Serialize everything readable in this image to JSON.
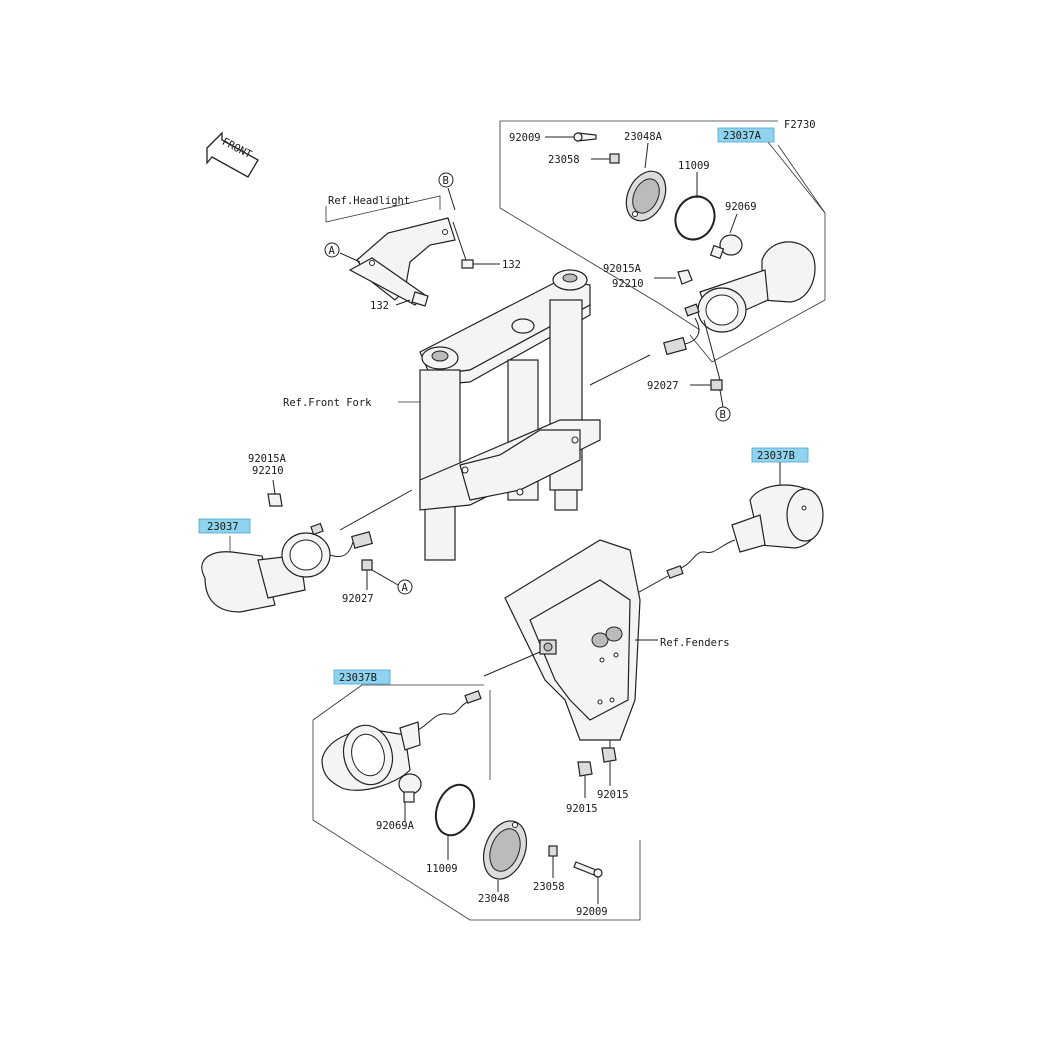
{
  "diagram_code": "F2730",
  "front_arrow": "FRONT",
  "refs": {
    "headlight": "Ref.Headlight",
    "front_fork": "Ref.Front Fork",
    "fenders": "Ref.Fenders"
  },
  "markers": {
    "a": "A",
    "b": "B"
  },
  "parts": {
    "p92009_top": "92009",
    "p23048A": "23048A",
    "p23037A": "23037A",
    "p23058_top": "23058",
    "p11009_top": "11009",
    "p92069": "92069",
    "p132_a": "132",
    "p132_b": "132",
    "p92015A_right": "92015A",
    "p92210_right": "92210",
    "p92027_right": "92027",
    "p92015A_left": "92015A",
    "p92210_left": "92210",
    "p23037": "23037",
    "p92027_left": "92027",
    "p23037B_right": "23037B",
    "p23037B_left": "23037B",
    "p92069A": "92069A",
    "p11009_bottom": "11009",
    "p23048": "23048",
    "p23058_bottom": "23058",
    "p92009_bottom": "92009",
    "p92015_a": "92015",
    "p92015_b": "92015"
  },
  "colors": {
    "highlight": "#8fd3ee",
    "line": "#222222"
  }
}
